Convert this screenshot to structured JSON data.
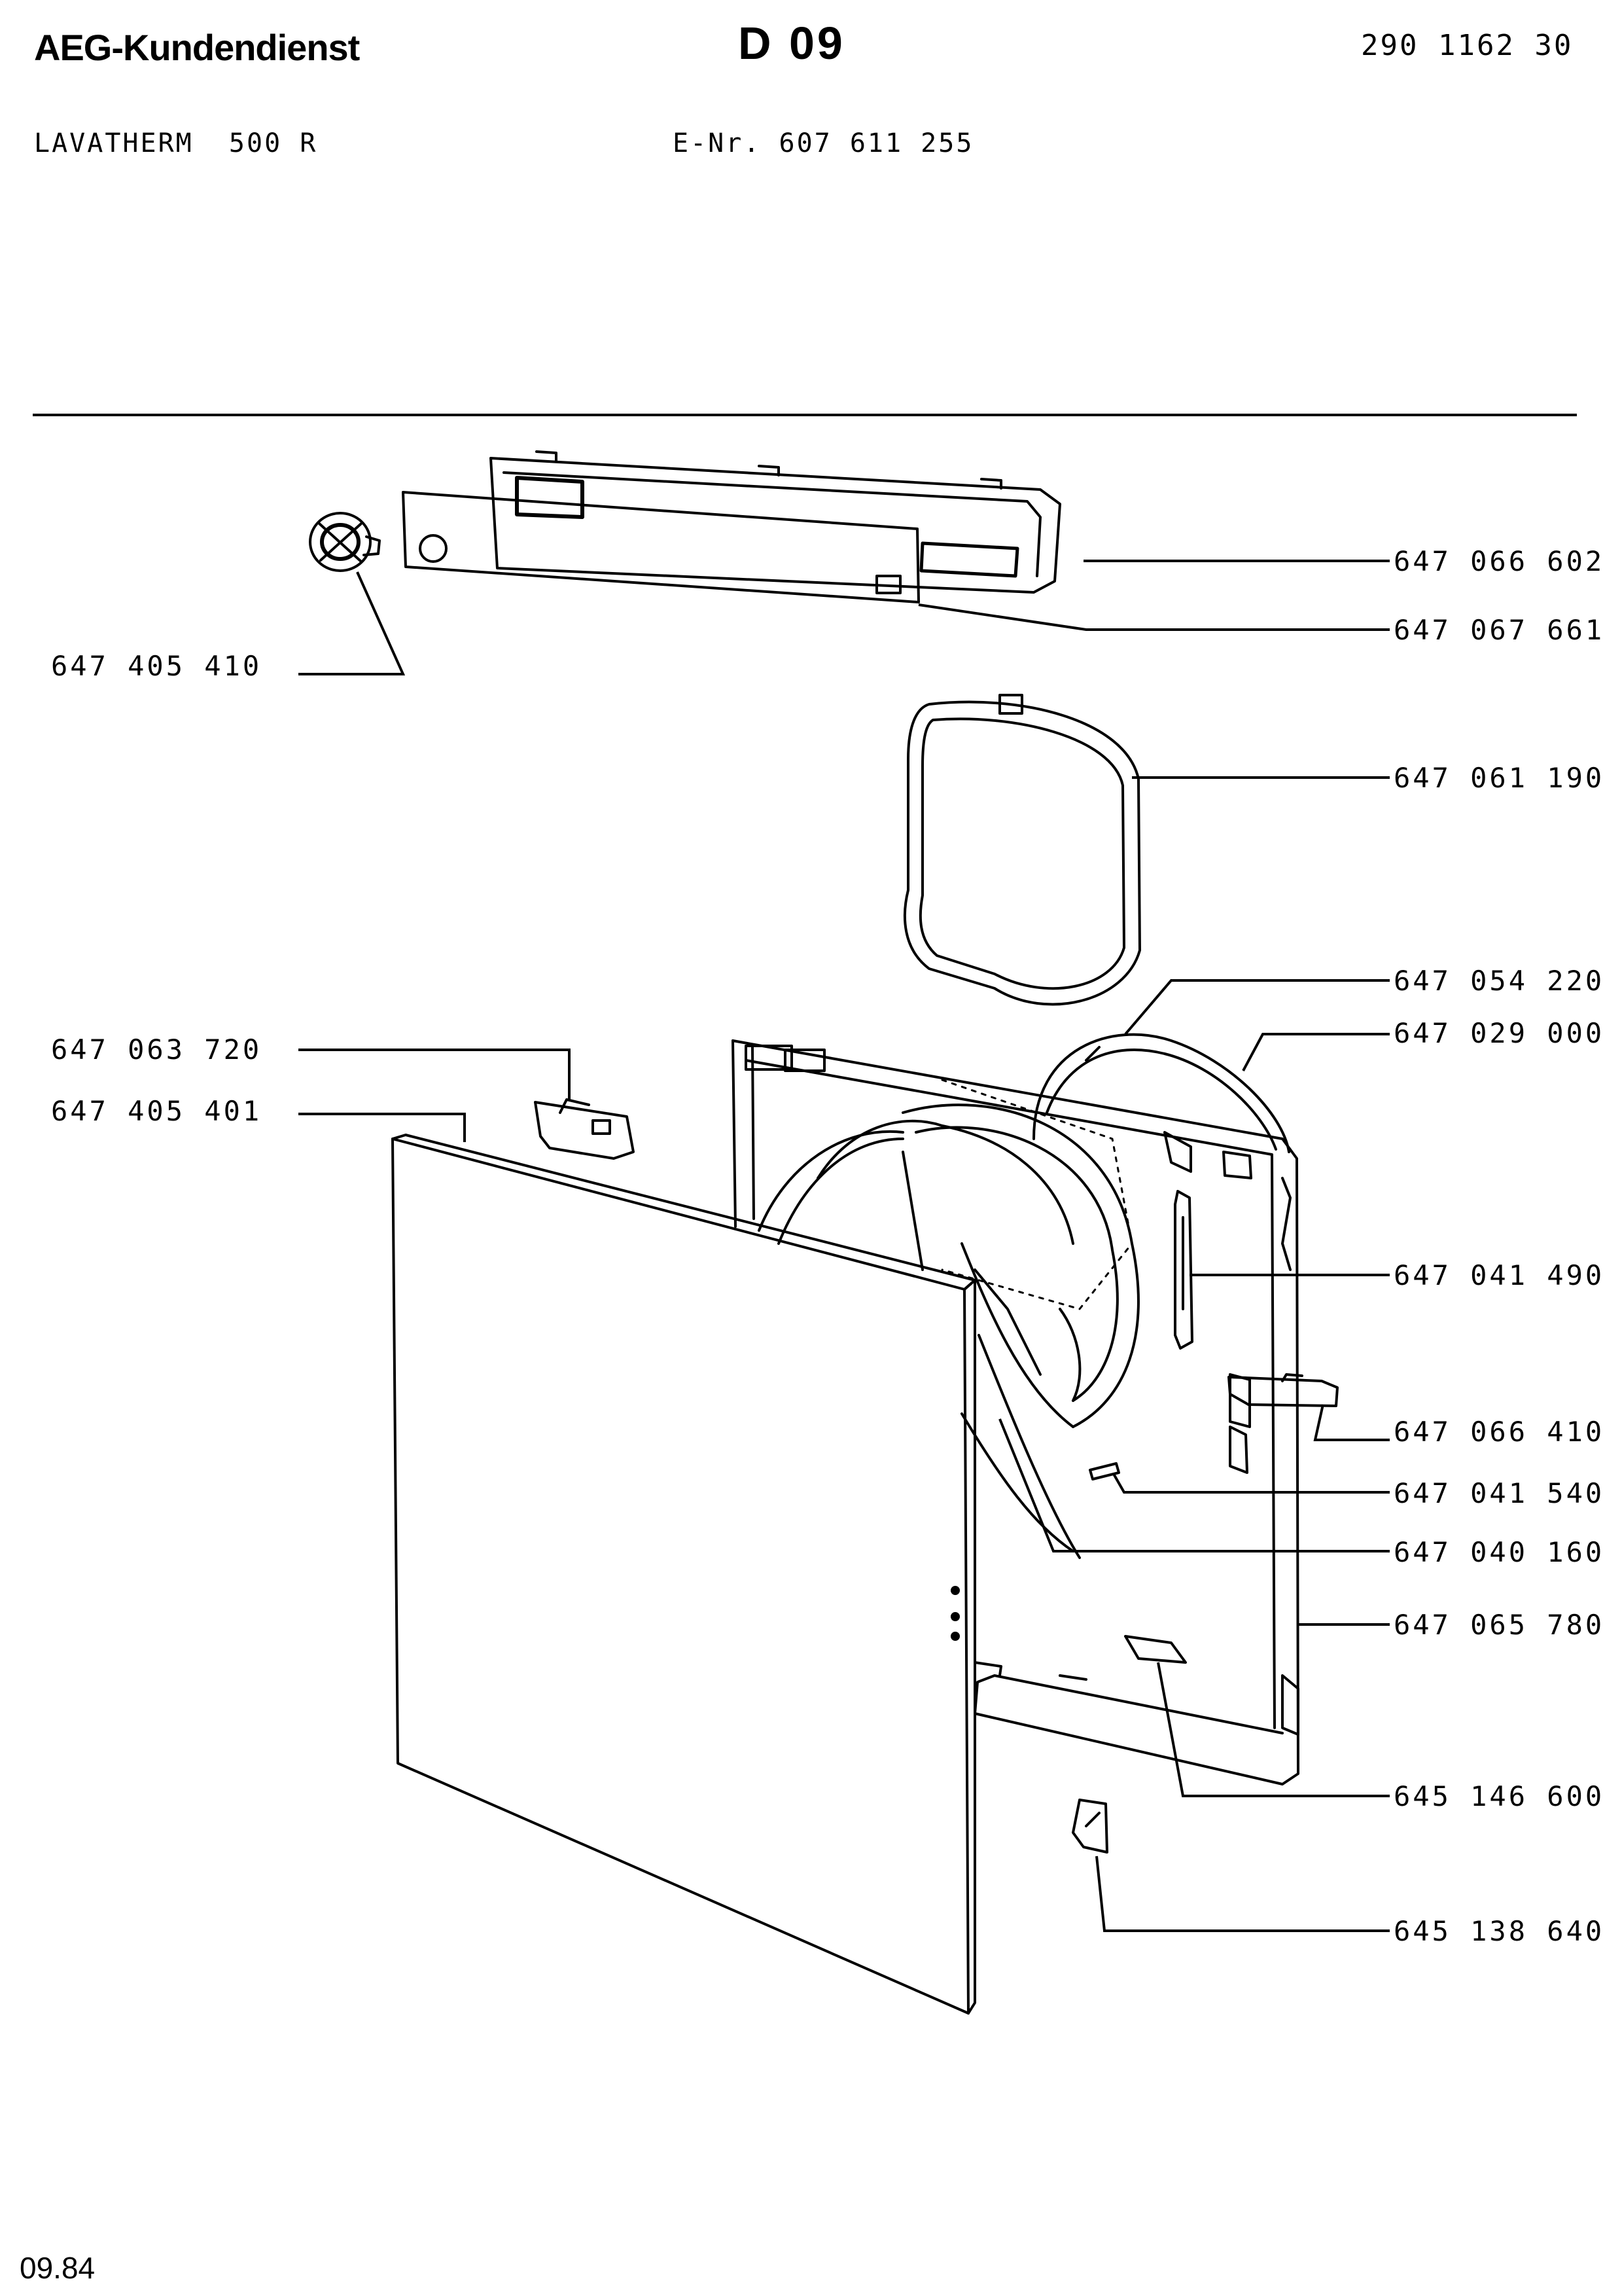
{
  "header": {
    "brand": "AEG-Kundendienst",
    "page_code": "D 09",
    "document_number": "290 1162 30",
    "model": "LAVATHERM  500 R",
    "e_number": "E-Nr. 607 611 255"
  },
  "footer": {
    "date_code": "09.84"
  },
  "diagram": {
    "title": "",
    "parts": [
      {
        "id": "control-panel-housing",
        "part_number": "647 066 602"
      },
      {
        "id": "panel-cover",
        "part_number": "647 067 661"
      },
      {
        "id": "control-knob",
        "part_number": "647 405 410"
      },
      {
        "id": "door-seal-ring",
        "part_number": "647 061 190"
      },
      {
        "id": "drum-front-ring",
        "part_number": "647 054 220"
      },
      {
        "id": "drum-seal",
        "part_number": "647 029 000"
      },
      {
        "id": "hinge-bracket",
        "part_number": "647 063 720"
      },
      {
        "id": "door-panel",
        "part_number": "647 405 401"
      },
      {
        "id": "door-handle",
        "part_number": "647 041 490"
      },
      {
        "id": "latch-clip",
        "part_number": "647 066 410"
      },
      {
        "id": "pin",
        "part_number": "647 041 540"
      },
      {
        "id": "front-lining",
        "part_number": "647 040 160"
      },
      {
        "id": "front-frame",
        "part_number": "647 065 780"
      },
      {
        "id": "foot-slider",
        "part_number": "645 146 600"
      },
      {
        "id": "mounting-clip",
        "part_number": "645 138 640"
      }
    ]
  }
}
